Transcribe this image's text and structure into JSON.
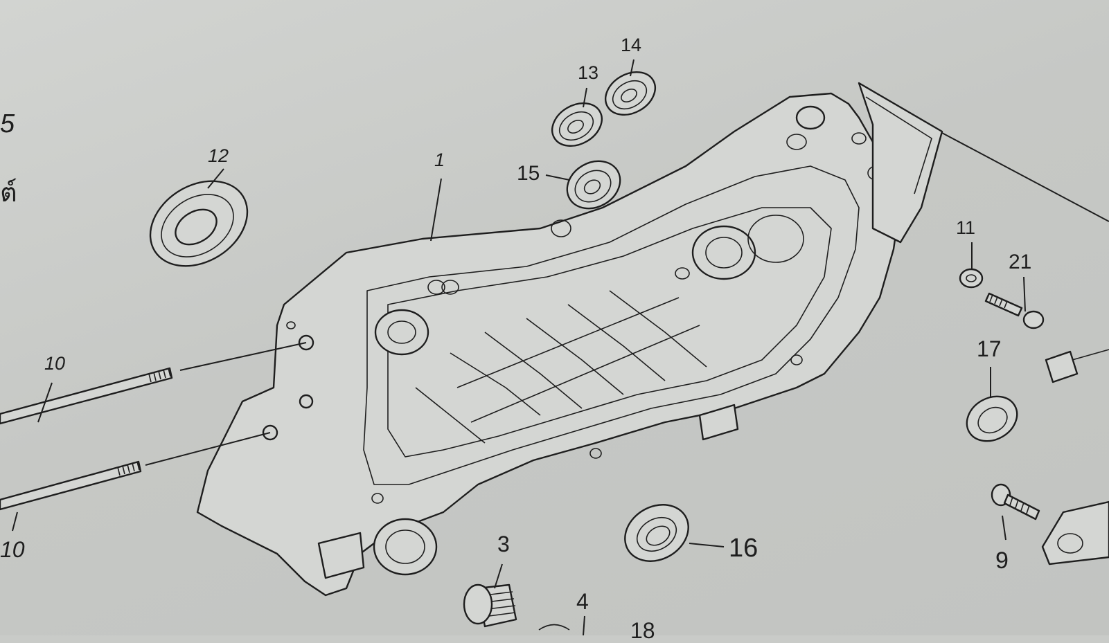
{
  "page": {
    "section_number": "5",
    "thai_fragment": "ต์"
  },
  "callouts": [
    {
      "id": "1",
      "text": "1"
    },
    {
      "id": "3",
      "text": "3"
    },
    {
      "id": "4",
      "text": "4"
    },
    {
      "id": "9",
      "text": "9"
    },
    {
      "id": "10a",
      "text": "10"
    },
    {
      "id": "10b",
      "text": "10"
    },
    {
      "id": "11",
      "text": "11"
    },
    {
      "id": "12",
      "text": "12"
    },
    {
      "id": "13",
      "text": "13"
    },
    {
      "id": "14",
      "text": "14"
    },
    {
      "id": "15",
      "text": "15"
    },
    {
      "id": "16",
      "text": "16"
    },
    {
      "id": "17",
      "text": "17"
    },
    {
      "id": "18",
      "text": "18"
    },
    {
      "id": "21",
      "text": "21"
    }
  ]
}
